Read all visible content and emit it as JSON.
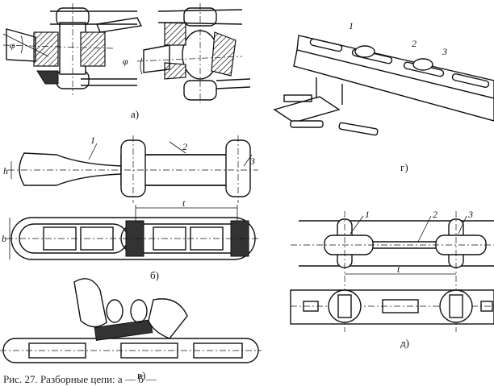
{
  "labels": {
    "a": "а)",
    "b": "б)",
    "v": "в)",
    "g": "г)",
    "d": "д)"
  },
  "symbols": {
    "phi": "φ",
    "pitch": "t",
    "height": "h",
    "width": "b"
  },
  "callouts": {
    "one": "1",
    "two": "2",
    "three": "3"
  },
  "caption": "Рис. 27. Разборные цепи: а — б —"
}
